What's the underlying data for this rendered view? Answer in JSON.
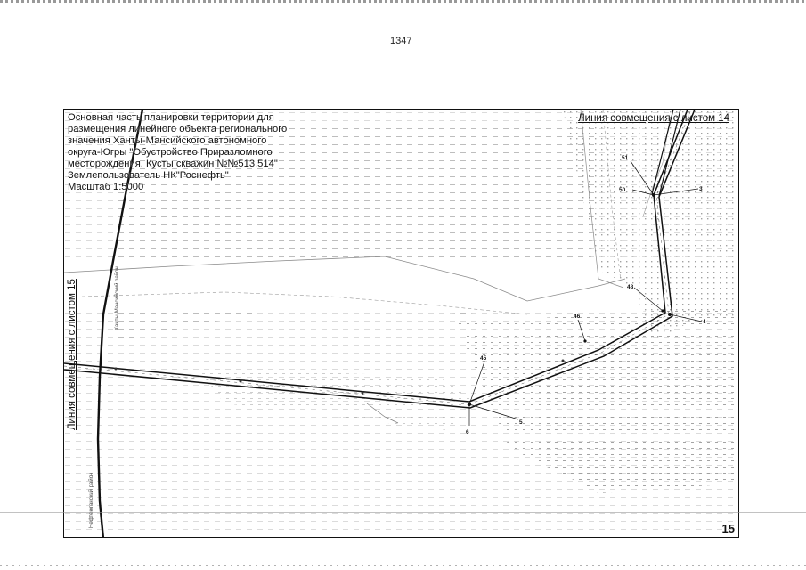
{
  "page": {
    "number": "1347"
  },
  "map": {
    "title_lines": [
      "Основная часть планировки территории для",
      "размещения линейного объекта регионального",
      "значения Ханты-Мансийского автономного",
      "округа-Югры \"Обустройство Приразломного",
      "месторождения. Кусты скважин №№513,514\"",
      "Землепользователь НК\"Роснефть\"",
      "Масштаб 1:5000"
    ],
    "combine_top": "Линия совмещения с листом 14",
    "combine_left": "Линия совмещения с листом 15",
    "sheet_number": "15",
    "road_label_1": "Ханты-Мансийский район",
    "road_label_2": "Нефтеюганский район",
    "points": {
      "p3": "3",
      "p4": "4",
      "p5": "5",
      "p6": "6",
      "p45": "45",
      "p46": "46",
      "p48": "48",
      "p50": "50",
      "p51": "51"
    }
  }
}
